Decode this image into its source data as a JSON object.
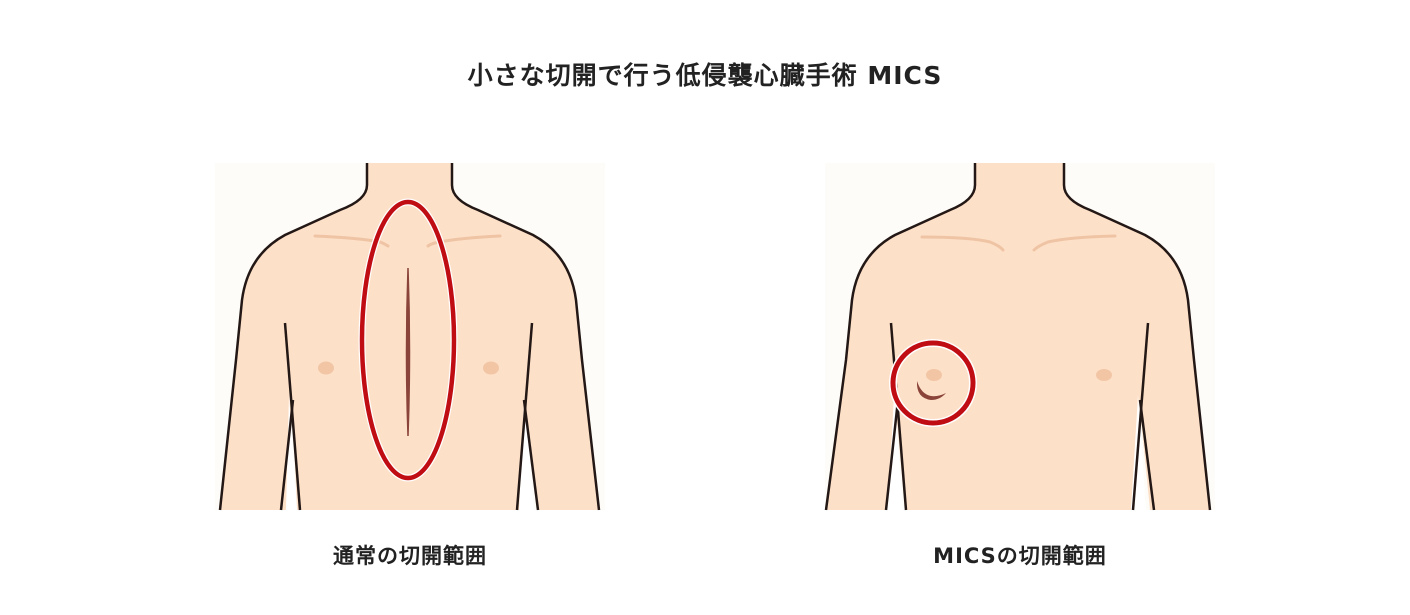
{
  "title": "小さな切開で行う低侵襲心臓手術 MICS",
  "colors": {
    "skin": "#fde0c8",
    "outline": "#231815",
    "clavicle": "#efc4a4",
    "nipple": "#f2c5a5",
    "highlight_ring": "#c00d14",
    "incision": "#8a4439",
    "panel_bg": "#fdfcf8"
  },
  "figures": [
    {
      "id": "conventional",
      "caption": "通常の切開範囲",
      "highlight_shape": "ellipse",
      "incision_type": "vertical-midline"
    },
    {
      "id": "mics",
      "caption": "MICSの切開範囲",
      "highlight_shape": "circle",
      "incision_type": "small-crescent-right-chest"
    }
  ]
}
